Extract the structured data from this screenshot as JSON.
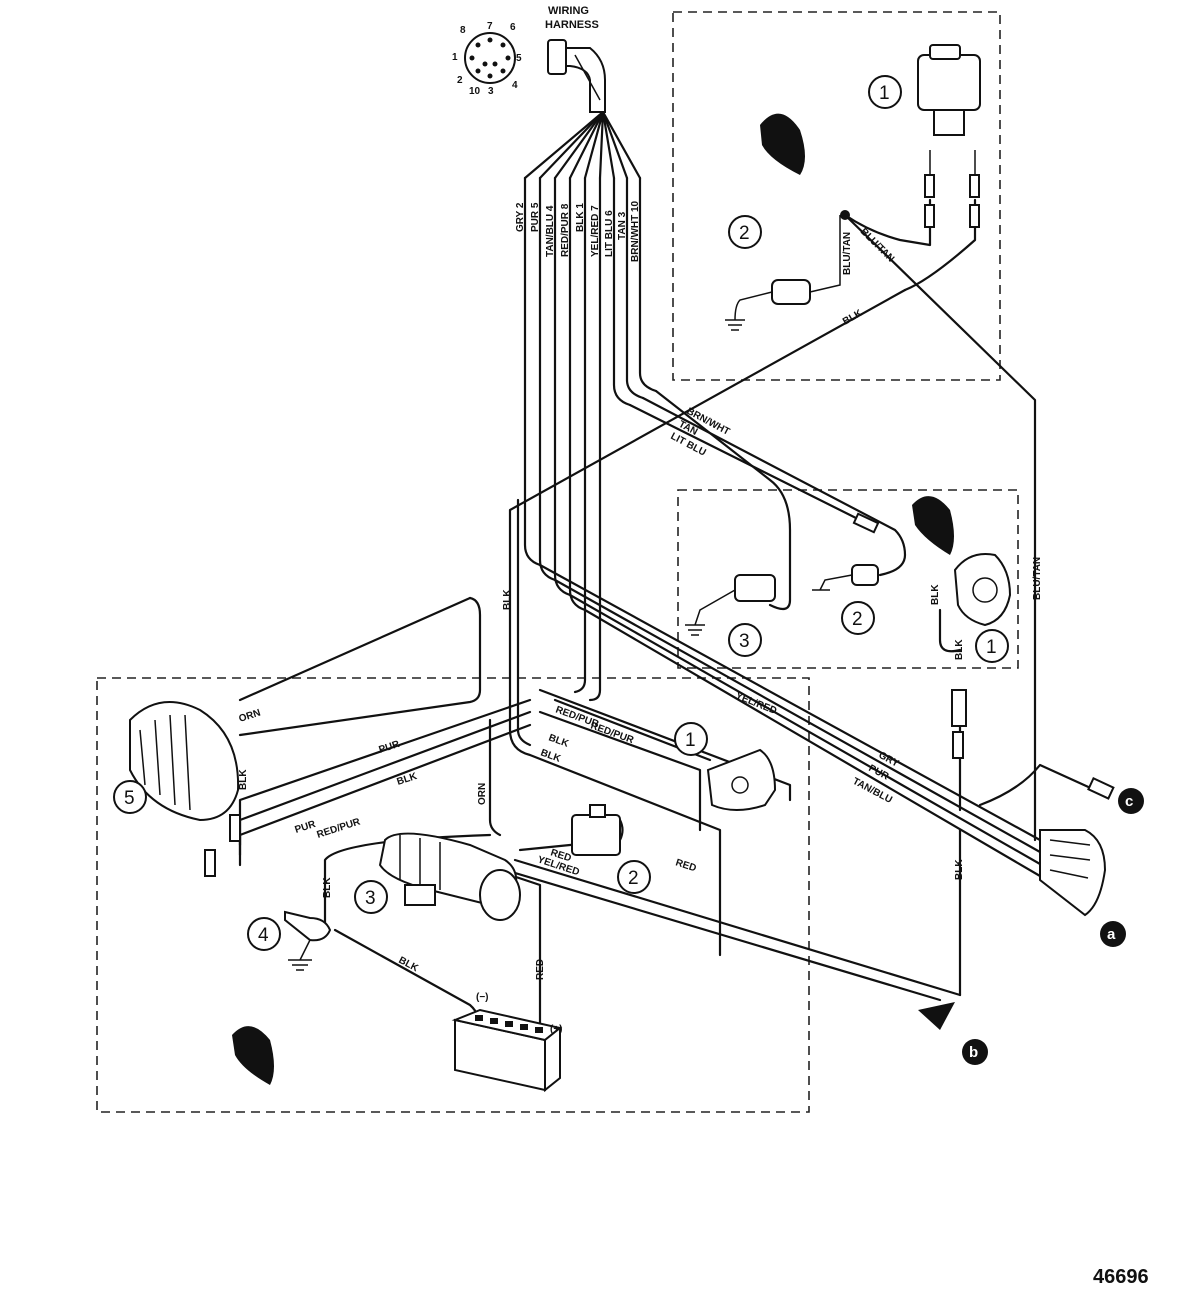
{
  "harness": {
    "title_line1": "WIRING",
    "title_line2": "HARNESS",
    "pins": [
      "1",
      "2",
      "3",
      "4",
      "5",
      "6",
      "7",
      "8",
      "10"
    ]
  },
  "harness_wires": [
    "GRY 2",
    "PUR 5",
    "TAN/BLU 4",
    "RED/PUR 8",
    "BLK 1",
    "YEL/RED 7",
    "LIT BLU 6",
    "TAN 3",
    "BRN/WHT 10"
  ],
  "wire_labels": {
    "blk": "BLK",
    "blu_tan": "BLU/TAN",
    "brn_wht": "BRN/WHT",
    "tan": "TAN",
    "lit_blu": "LIT BLU",
    "orn": "ORN",
    "pur": "PUR",
    "red_pur": "RED/PUR",
    "yel_red": "YEL/RED",
    "red": "RED",
    "gry": "GRY",
    "tan_blu": "TAN/BLU"
  },
  "callouts": {
    "one": "1",
    "two": "2",
    "three": "3",
    "four": "4",
    "five": "5"
  },
  "connectors": {
    "a": "a",
    "b": "b",
    "c": "c"
  },
  "battery": {
    "negative": "(−)",
    "positive": "(+)"
  },
  "figure_number": "46696"
}
